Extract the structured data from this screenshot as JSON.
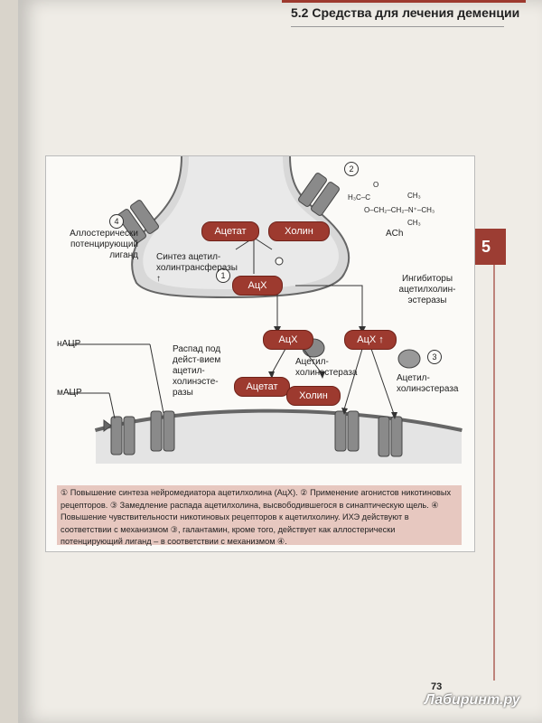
{
  "header": {
    "title": "5.2 Средства для лечения деменции"
  },
  "chapter_tab": "5",
  "page_number": "73",
  "watermark": "Лабиринт.ру",
  "figure": {
    "pills": {
      "acetate_top": "Ацетат",
      "choline_top": "Холин",
      "ach_center": "АцХ",
      "ach_left": "АцХ",
      "ach_right": "АцХ ↑",
      "acetate_bottom": "Ацетат",
      "choline_bottom": "Холин"
    },
    "numbers": {
      "n1": "1",
      "n2": "2",
      "n3": "3",
      "n4": "4"
    },
    "labels": {
      "allosteric": "Аллостерически потенцирующий лиганд",
      "synthesis": "Синтез ацетил-холинтрансферазы ↑",
      "inhibitors": "Ингибиторы ацетилхолин-эстеразы",
      "breakdown": "Распад под дейст-вием ацетил-холинэсте-разы",
      "ache_left": "Ацетил-холинэстераза",
      "ache_right": "Ацетил-холинэстераза",
      "nachr": "нАЦР",
      "machr": "мАЦР",
      "ach_formula_label": "ACh",
      "formula_o": "O",
      "formula_line1": "H₃C–C",
      "formula_line2": "O–CH₂–CH₂–N⁺–CH₃",
      "formula_ch3_top": "CH₃",
      "formula_ch3_bottom": "CH₃"
    },
    "caption": "① Повышение синтеза нейромедиатора ацетилхолина (АцХ). ② Применение агонистов никотиновых рецепторов. ③ Замедление распада ацетилхолина, высвободившегося в синаптическую щель. ④ Повышение чувствительности никотиновых рецепторов к ацетилхолину. ИХЭ действуют в соответствии с механизмом ③, галантамин, кроме того, действует как аллостерически потенцирующий лиганд – в соответствии с механизмом ④."
  }
}
